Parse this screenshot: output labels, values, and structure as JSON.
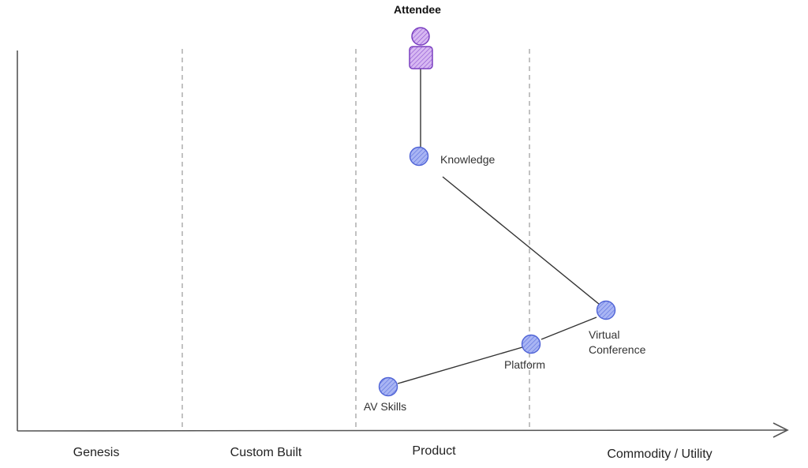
{
  "evolution_stages": [
    "Genesis",
    "Custom Built",
    "Product",
    "Commodity / Utility"
  ],
  "user": {
    "label": "Attendee",
    "icon": "person-icon"
  },
  "components": [
    {
      "id": "knowledge",
      "label_lines": [
        "Knowledge"
      ]
    },
    {
      "id": "virtual-conference",
      "label_lines": [
        "Virtual",
        "Conference"
      ]
    },
    {
      "id": "platform",
      "label_lines": [
        "Platform"
      ]
    },
    {
      "id": "av-skills",
      "label_lines": [
        "AV Skills"
      ]
    }
  ],
  "links": [
    [
      "attendee",
      "knowledge"
    ],
    [
      "knowledge",
      "virtual-conference"
    ],
    [
      "virtual-conference",
      "platform"
    ],
    [
      "platform",
      "av-skills"
    ]
  ],
  "colors": {
    "component_fill": "#8e9ef0",
    "component_stroke": "#4f63d6",
    "user_fill": "#c9a6ea",
    "user_stroke": "#7a3fc0",
    "axis": "#555555",
    "divider": "#9a9a9a",
    "link": "#333333"
  }
}
